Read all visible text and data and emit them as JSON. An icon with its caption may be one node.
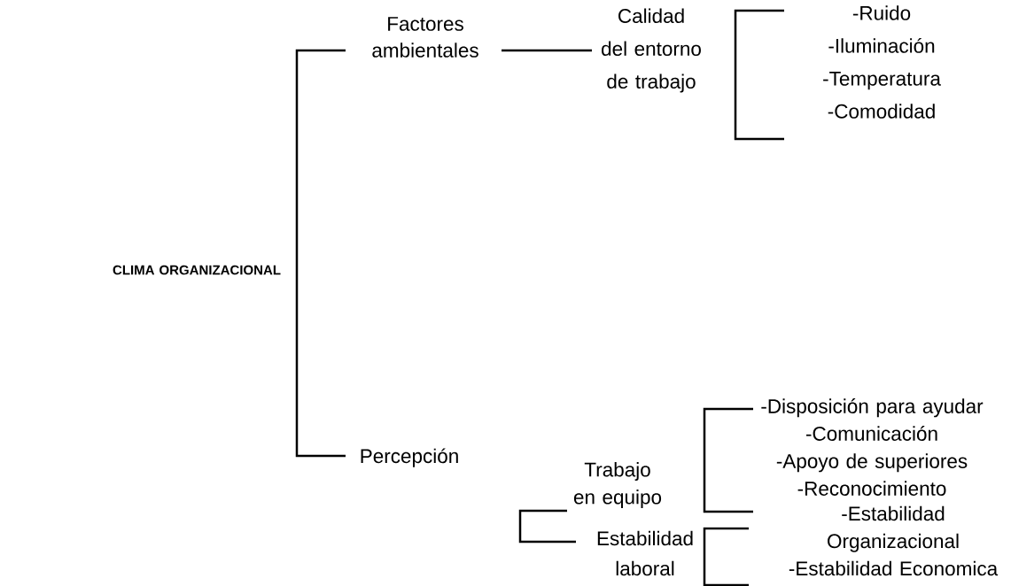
{
  "diagram": {
    "nodes": [
      {
        "text": [
          "CLIMA ORGANIZACIONAL"
        ]
      },
      {
        "text": [
          "Factores ambientales"
        ]
      },
      {
        "text": [
          "Calidad del entorno de trabajo"
        ]
      },
      {
        "text": [
          "-Ruido",
          "-Iluminación",
          "-Temperatura",
          "-Comodidad"
        ]
      },
      {
        "text": [
          "Percepción"
        ]
      },
      {
        "text": [
          "Trabajo en equipo"
        ]
      },
      {
        "text": [
          "-Disposición para ayudar",
          "-Comunicación",
          "-Apoyo de superiores",
          "-Reconocimiento"
        ]
      },
      {
        "text": [
          "Estabilidad laboral"
        ]
      },
      {
        "text": [
          "-Estabilidad Organizacional",
          "-Estabilidad Economica"
        ]
      }
    ],
    "edges": [
      {
        "from": 0,
        "to": 1,
        "arrow": "none"
      },
      {
        "from": 0,
        "to": 4,
        "arrow": "none"
      },
      {
        "from": 1,
        "to": 2,
        "arrow": "none"
      }
    ]
  }
}
